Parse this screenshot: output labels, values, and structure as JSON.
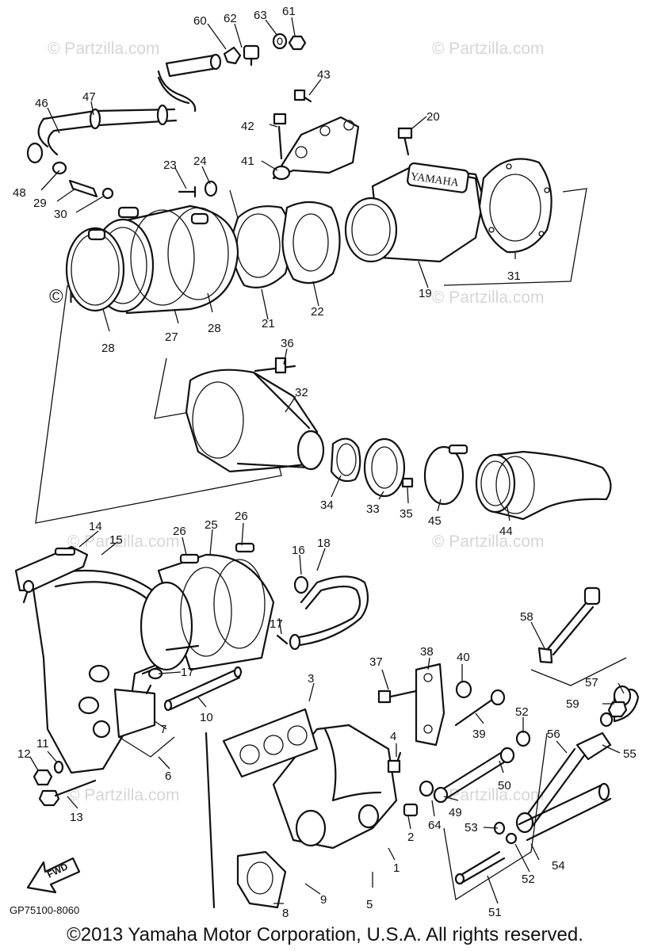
{
  "watermark": "© Partzilla.com",
  "diagram_code": "GP75100-8060",
  "copyright": "©2013 Yamaha Motor Corporation, U.S.A. All rights reserved.",
  "fwd_label": "FWD",
  "brand_label": "YAMAHA",
  "callouts": [
    "60",
    "62",
    "63",
    "61",
    "43",
    "42",
    "20",
    "41",
    "46",
    "47",
    "48",
    "29",
    "30",
    "23",
    "24",
    "31",
    "19",
    "21",
    "22",
    "28",
    "27",
    "28",
    "36",
    "32",
    "34",
    "33",
    "35",
    "45",
    "44",
    "14",
    "15",
    "26",
    "25",
    "26",
    "16",
    "18",
    "17",
    "58",
    "17",
    "37",
    "38",
    "40",
    "3",
    "57",
    "59",
    "10",
    "7",
    "39",
    "52",
    "55",
    "56",
    "4",
    "12",
    "11",
    "6",
    "50",
    "13",
    "64",
    "49",
    "53",
    "2",
    "1",
    "54",
    "5",
    "52",
    "9",
    "51",
    "8"
  ]
}
